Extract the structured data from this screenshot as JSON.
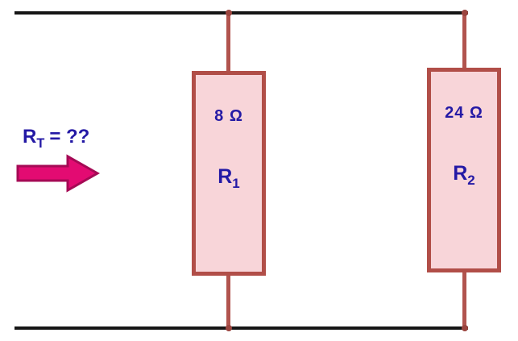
{
  "question": {
    "base": "R",
    "sub": "T",
    "rest": "= ??"
  },
  "resistors": [
    {
      "name": "R1",
      "value": "8 Ω",
      "label_base": "R",
      "label_sub": "1"
    },
    {
      "name": "R2",
      "value": "24 Ω",
      "label_base": "R",
      "label_sub": "2"
    }
  ],
  "arrow": {
    "direction": "right",
    "meaning": "total resistance seen looking into parallel network"
  },
  "colors": {
    "background": "#ffffff",
    "bus_wire": "#151515",
    "lead_wire": "#b1544e",
    "resistor_border": "#b14e48",
    "resistor_fill": "#f8d5d9",
    "label_text": "#2419a5",
    "arrow_fill": "#e30b72",
    "arrow_stroke": "#a50a55"
  }
}
